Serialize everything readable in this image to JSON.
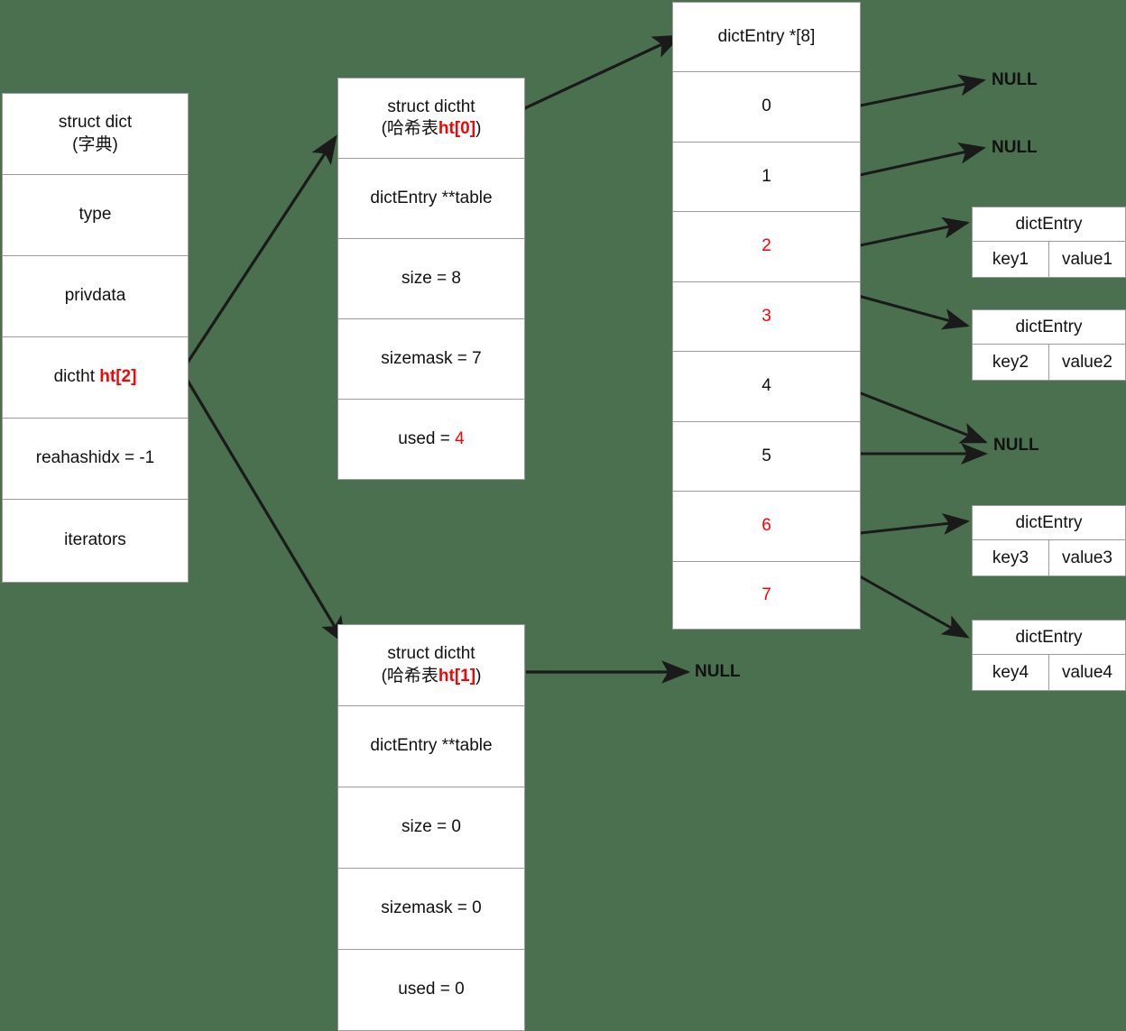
{
  "diagram": {
    "title": "Redis dict structure diagram",
    "background_color": "#4a7050",
    "accent_color": "#ff0000",
    "box_fill": "#ffffff",
    "border_color": "#9a9a9a"
  },
  "dict_struct": {
    "name": "struct dict",
    "header_line1": "struct dict",
    "header_line2": "(字典)",
    "fields": [
      {
        "label": "type"
      },
      {
        "label": "privdata"
      },
      {
        "label_plain": "dictht ",
        "label_accent": "ht[2]"
      },
      {
        "label": "reahashidx = -1"
      },
      {
        "label": "iterators"
      }
    ]
  },
  "dictht0": {
    "header_line1": "struct dictht",
    "header_line2_plain": "(哈希表",
    "header_line2_accent": "ht[0]",
    "header_line2_tail": ")",
    "fields": [
      {
        "label": "dictEntry **table"
      },
      {
        "label_plain": "size = 8"
      },
      {
        "label_plain": "sizemask = 7"
      },
      {
        "label_plain": "used = ",
        "label_accent": "4"
      }
    ]
  },
  "dictht1": {
    "header_line1": "struct dictht",
    "header_line2_plain": "(哈希表",
    "header_line2_accent": "ht[1]",
    "header_line2_tail": ")",
    "null_label": "NULL",
    "fields": [
      {
        "label": "dictEntry **table"
      },
      {
        "label_plain": "size = 0"
      },
      {
        "label_plain": "sizemask = 0"
      },
      {
        "label_plain": "used = 0"
      }
    ]
  },
  "bucket_array": {
    "header": "dictEntry *[8]",
    "slots": [
      {
        "index": "0",
        "accent": false
      },
      {
        "index": "1",
        "accent": false
      },
      {
        "index": "2",
        "accent": true
      },
      {
        "index": "3",
        "accent": true
      },
      {
        "index": "4",
        "accent": false
      },
      {
        "index": "5",
        "accent": false
      },
      {
        "index": "6",
        "accent": true
      },
      {
        "index": "7",
        "accent": true
      }
    ]
  },
  "entries": [
    {
      "title": "dictEntry",
      "key": "key1",
      "value": "value1"
    },
    {
      "title": "dictEntry",
      "key": "key2",
      "value": "value2"
    },
    {
      "title": "dictEntry",
      "key": "key3",
      "value": "value3"
    },
    {
      "title": "dictEntry",
      "key": "key4",
      "value": "value4"
    }
  ],
  "null_labels": [
    {
      "text": "NULL",
      "for_slot": "0"
    },
    {
      "text": "NULL",
      "for_slot": "1"
    },
    {
      "text": "NULL",
      "for_slot": "4,5"
    }
  ]
}
